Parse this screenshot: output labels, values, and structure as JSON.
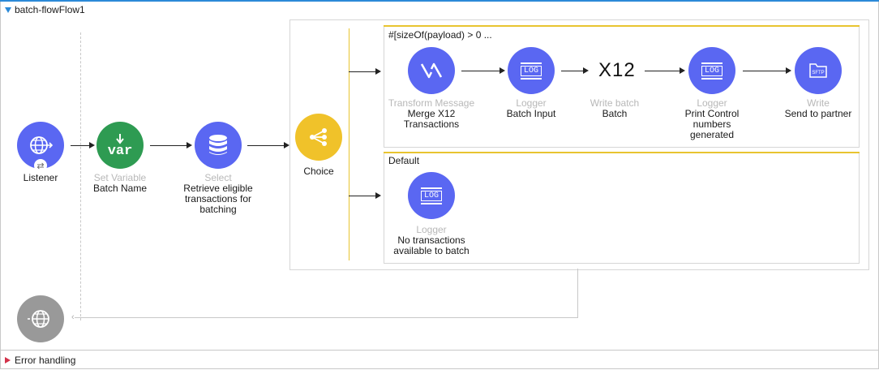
{
  "flow": {
    "name": "batch-flowFlow1",
    "error_handling_label": "Error handling"
  },
  "source": {
    "name": "Listener"
  },
  "steps": {
    "set_variable": {
      "type": "Set Variable",
      "name": "Batch Name",
      "icon_text": "var"
    },
    "select": {
      "type": "Select",
      "name": "Retrieve eligible transactions for batching"
    },
    "choice": {
      "name": "Choice"
    }
  },
  "routes": {
    "when": {
      "condition": "#[sizeOf(payload) > 0 ...",
      "components": [
        {
          "type": "Transform Message",
          "name": "Merge X12 Transactions"
        },
        {
          "type": "Logger",
          "name": "Batch Input",
          "icon_text": "LOG"
        },
        {
          "type": "Write batch",
          "name": "Batch",
          "icon_text": "X12"
        },
        {
          "type": "Logger",
          "name": "Print Control numbers generated",
          "icon_text": "LOG"
        },
        {
          "type": "Write",
          "name": "Send to partner",
          "icon_text": "SFTP"
        }
      ]
    },
    "default": {
      "label": "Default",
      "components": [
        {
          "type": "Logger",
          "name": "No transactions available to batch",
          "icon_text": "LOG"
        }
      ]
    }
  },
  "colors": {
    "accent_blue": "#5a67f2",
    "variable_green": "#2e9b52",
    "choice_yellow": "#f0c22a",
    "response_gray": "#999999",
    "route_bar": "#e8c430"
  }
}
